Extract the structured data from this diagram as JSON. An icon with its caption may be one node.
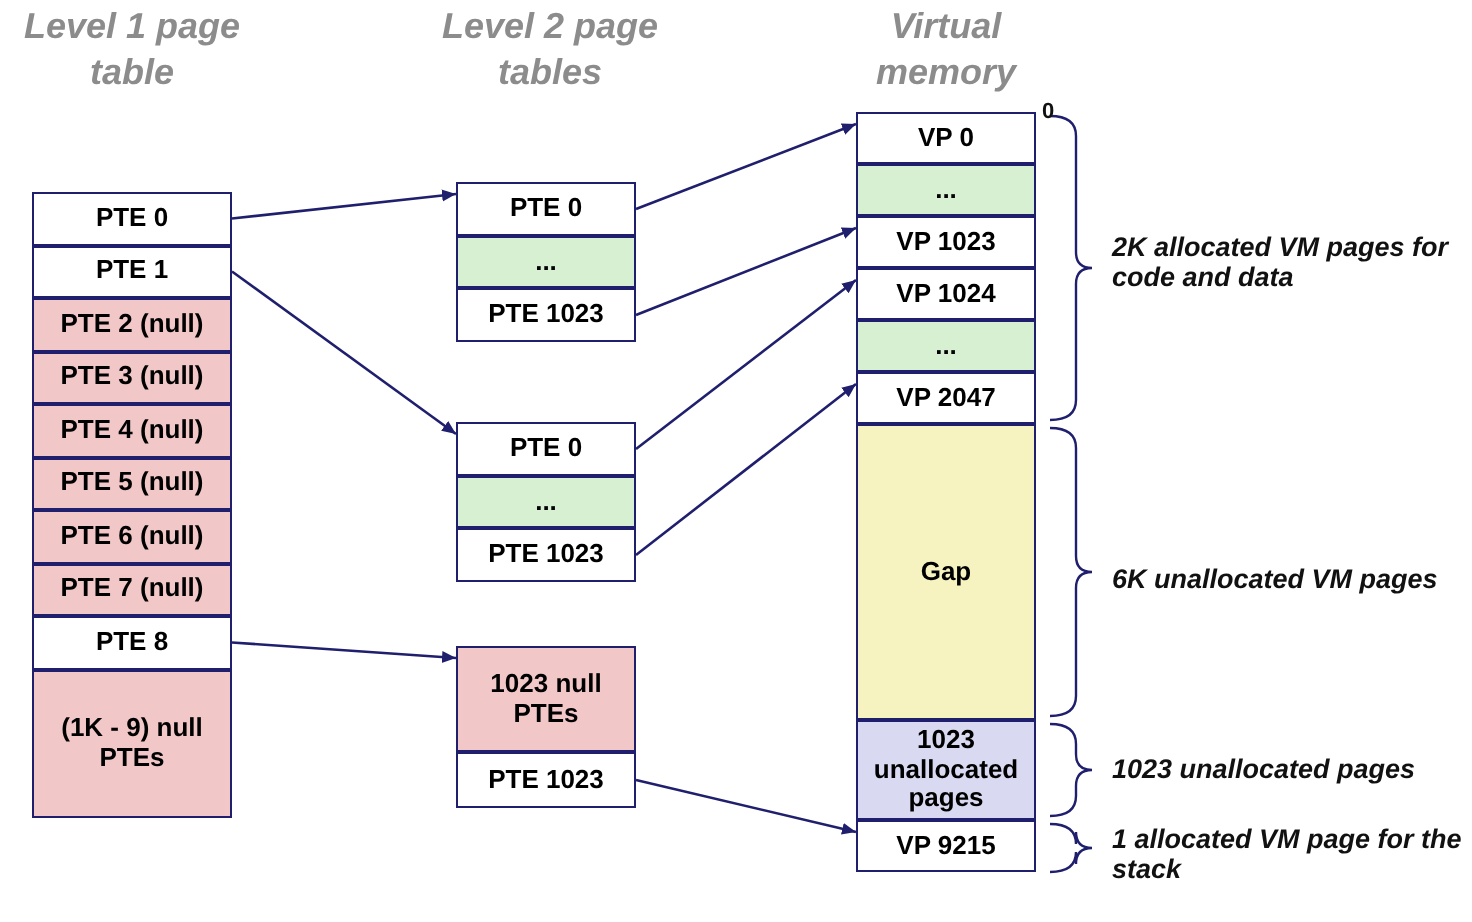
{
  "diagram": {
    "nodes": [
      {
        "text": [
          "PTE 0"
        ]
      },
      {
        "text": [
          "PTE 1"
        ]
      },
      {
        "text": [
          "PTE 2 (null)"
        ]
      },
      {
        "text": [
          "PTE 3 (null)"
        ]
      },
      {
        "text": [
          "PTE 4 (null)"
        ]
      },
      {
        "text": [
          "PTE 5 (null)"
        ]
      },
      {
        "text": [
          "PTE 6 (null)"
        ]
      },
      {
        "text": [
          "PTE 7 (null)"
        ]
      },
      {
        "text": [
          "PTE 8"
        ]
      },
      {
        "text": [
          "(1K - 9) null PTEs"
        ]
      },
      {
        "text": [
          "PTE 0"
        ]
      },
      {
        "text": [
          "..."
        ]
      },
      {
        "text": [
          "PTE 1023"
        ]
      },
      {
        "text": [
          "PTE 0"
        ]
      },
      {
        "text": [
          "..."
        ]
      },
      {
        "text": [
          "PTE 1023"
        ]
      },
      {
        "text": [
          "1023 null PTEs"
        ]
      },
      {
        "text": [
          "PTE 1023"
        ]
      },
      {
        "text": [
          "VP 0"
        ]
      },
      {
        "text": [
          "..."
        ]
      },
      {
        "text": [
          "VP 1023"
        ]
      },
      {
        "text": [
          "VP 1024"
        ]
      },
      {
        "text": [
          "..."
        ]
      },
      {
        "text": [
          "VP 2047"
        ]
      },
      {
        "text": [
          "Gap"
        ]
      },
      {
        "text": [
          "1023 unallocated pages"
        ]
      },
      {
        "text": [
          "VP 9215"
        ]
      }
    ],
    "edges": [
      {
        "from": 0,
        "to": 10,
        "arrow": "to"
      },
      {
        "from": 1,
        "to": 13,
        "arrow": "to"
      },
      {
        "from": 8,
        "to": 16,
        "arrow": "to"
      },
      {
        "from": 10,
        "to": 18,
        "arrow": "to"
      },
      {
        "from": 12,
        "to": 20,
        "arrow": "to"
      },
      {
        "from": 13,
        "to": 21,
        "arrow": "to"
      },
      {
        "from": 15,
        "to": 23,
        "arrow": "to"
      },
      {
        "from": 17,
        "to": 26,
        "arrow": "to"
      }
    ],
    "labels": [
      "Level 1 page table",
      "Level 2 page tables",
      "Virtual memory",
      "0",
      "2K allocated VM pages for code and data",
      "6K unallocated VM pages",
      "1023 unallocated pages",
      "1 allocated VM page for the stack"
    ]
  }
}
